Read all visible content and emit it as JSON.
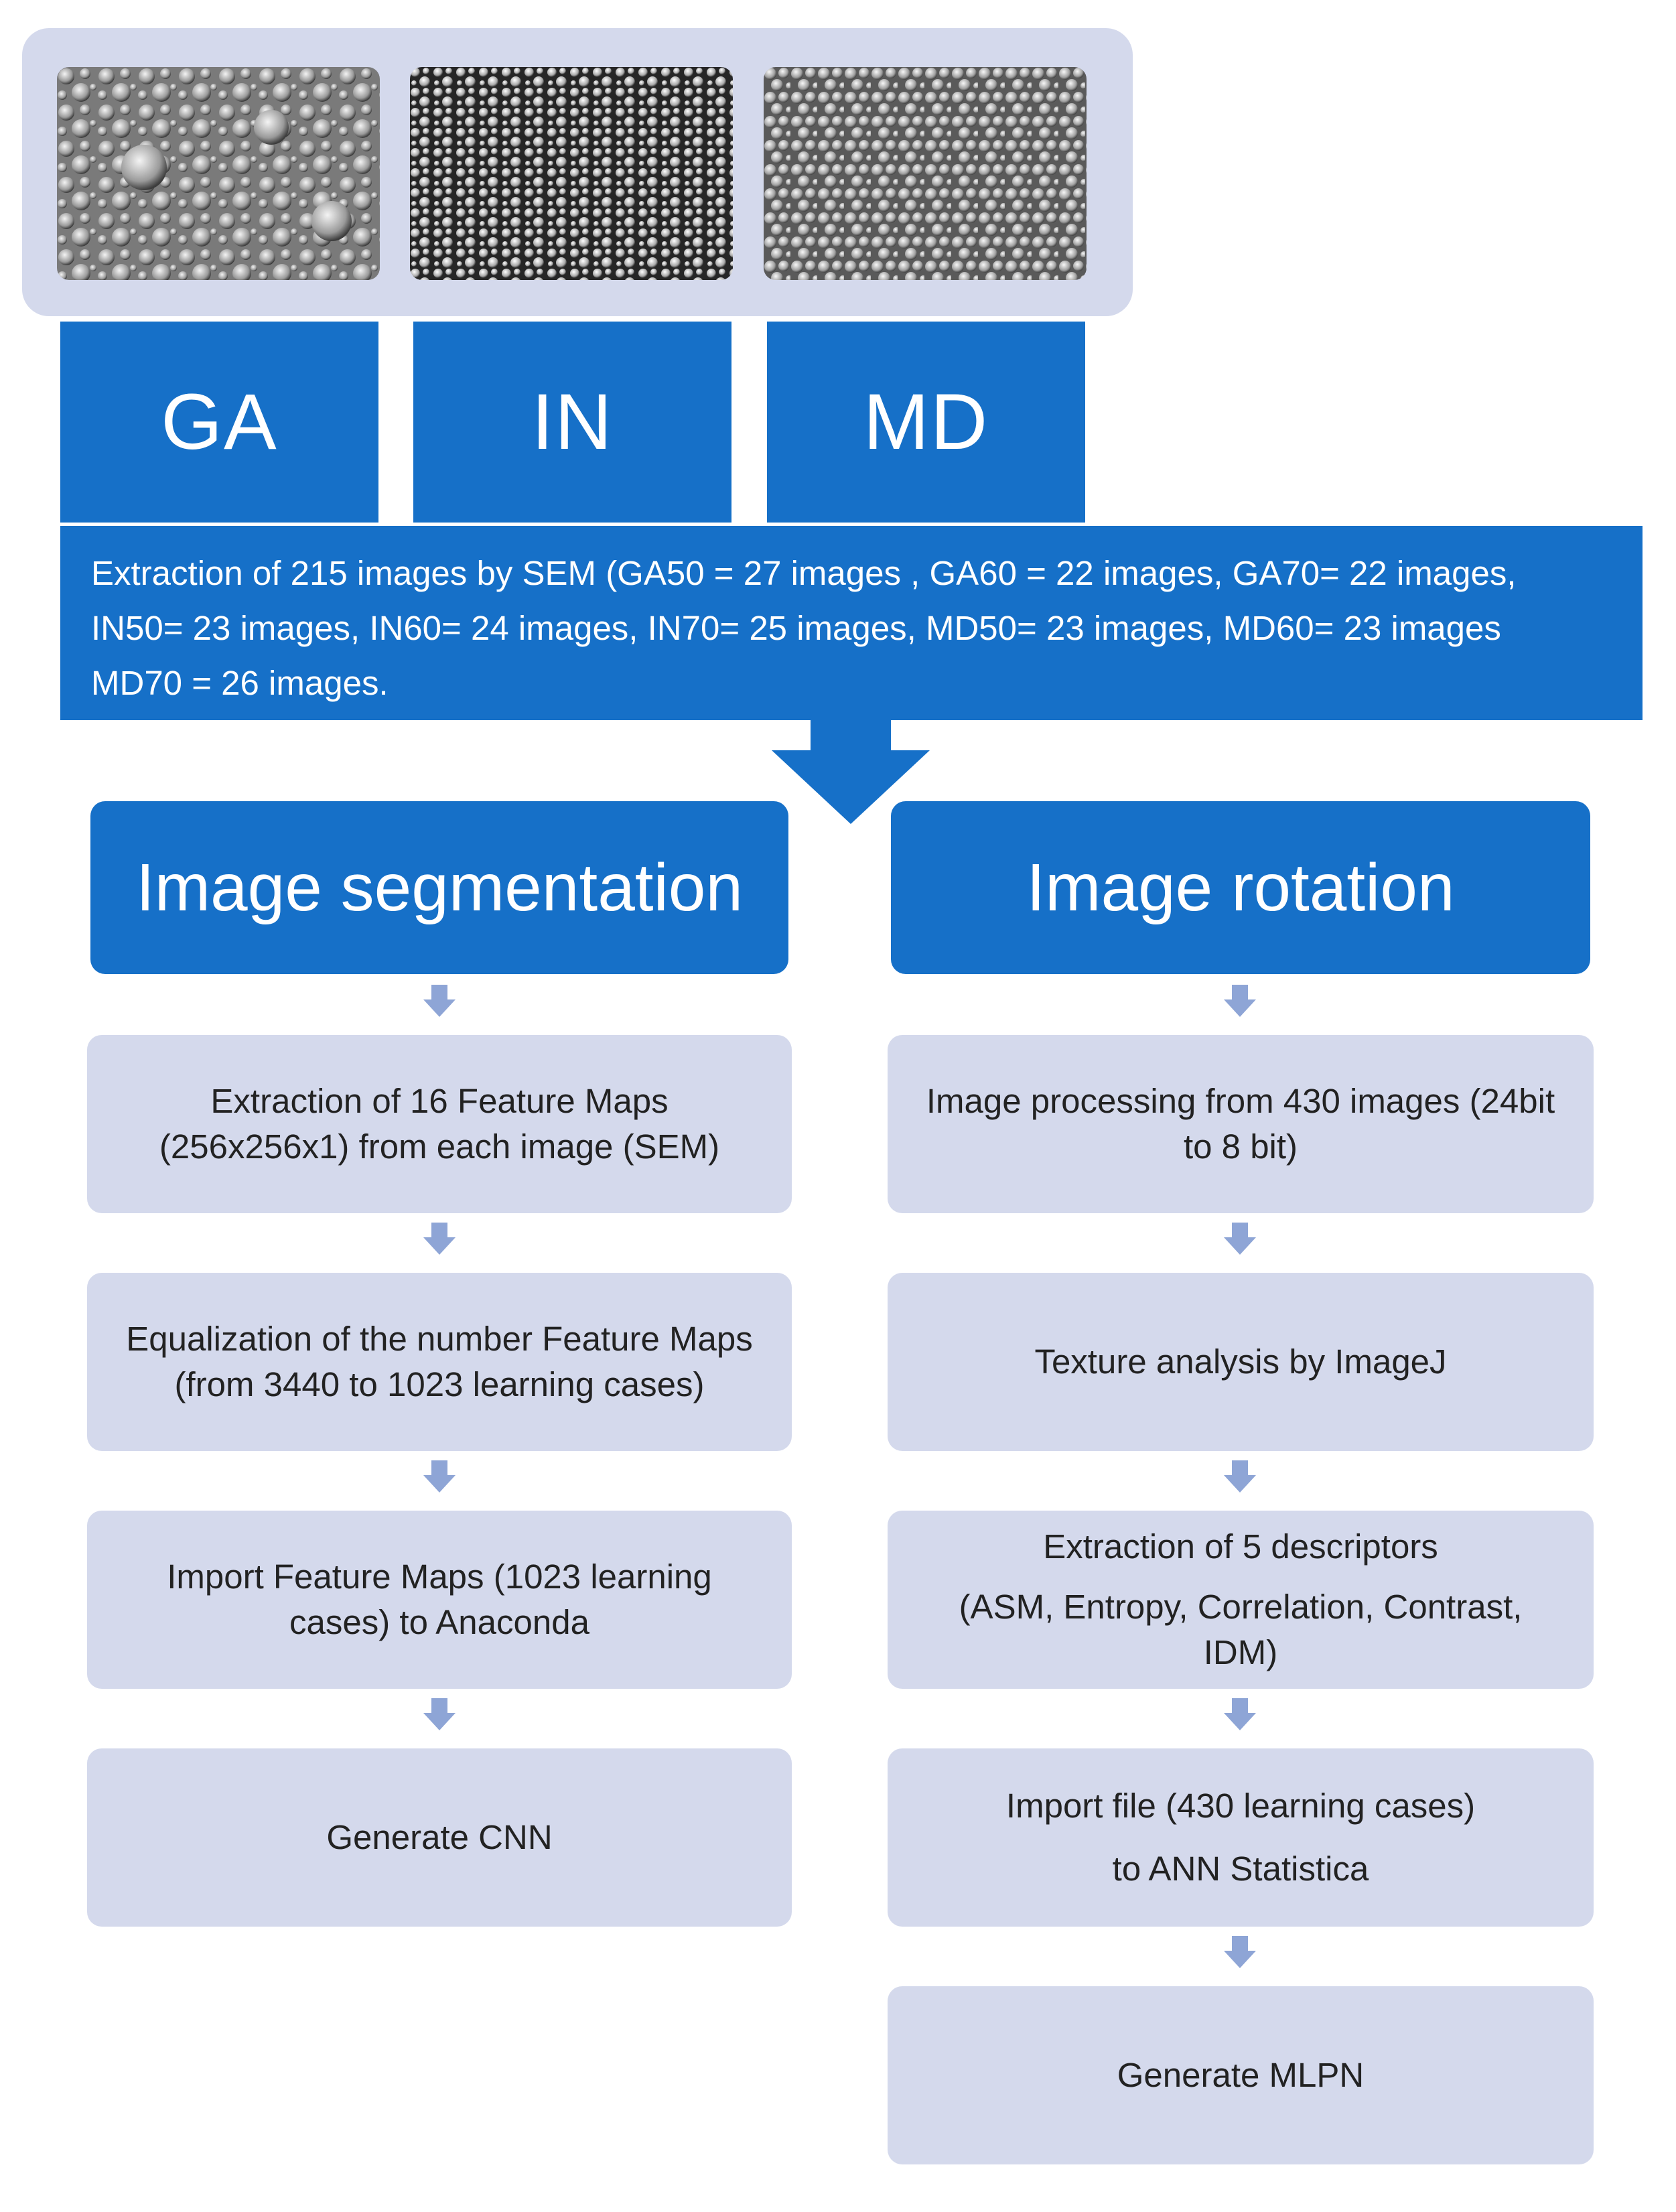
{
  "groups": [
    "GA",
    "IN",
    "MD"
  ],
  "extraction_text_1": "Extraction of 215 images by SEM (GA50 = 27 images , GA60 = 22 images, GA70= 22 images,",
  "extraction_text_2": "IN50= 23 images, IN60= 24 images, IN70= 25 images, MD50= 23 images, MD60= 23 images",
  "extraction_text_3": "MD70 = 26 images.",
  "left_branch": {
    "title": "Image segmentation",
    "steps": [
      "Extraction of 16 Feature Maps (256x256x1) from each image (SEM)",
      "Equalization of the number Feature Maps (from 3440 to 1023 learning cases)",
      "Import Feature Maps (1023 learning cases) to Anaconda",
      "Generate CNN"
    ]
  },
  "right_branch": {
    "title": "Image rotation",
    "steps": [
      "Image processing from 430 images (24bit to 8 bit)",
      "Texture analysis by ImageJ",
      "Extraction of 5 descriptors",
      "(ASM, Entropy, Correlation, Contrast, IDM)",
      "Import file (430 learning cases)",
      "to ANN Statistica",
      "Generate MLPN"
    ]
  },
  "colors": {
    "header_blue": "#1670c8",
    "panel": "#d4d9ec",
    "arrow": "#8ea5d6"
  }
}
